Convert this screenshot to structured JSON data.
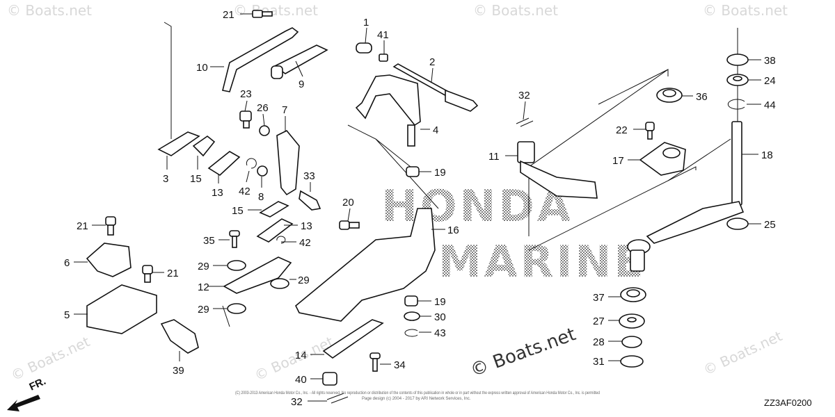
{
  "watermark": "© Boats.net",
  "main_watermark": "© Boats.net",
  "brand_logo": [
    "HONDA",
    "MARINE"
  ],
  "copyright_line_1": "(C) 2003-2013 American Honda Motor Co., Inc. - All rights reserved. No reproduction or distribution of the contents of this publication in whole or in part without the express written approval of American Honda Motor Co., Inc. is permitted",
  "copyright_line_2": "Page design (c) 2004 - 2017 by ARI Network Services, Inc.",
  "diagram_code": "ZZ3AF0200",
  "direction_label": "FR.",
  "callouts": [
    {
      "id": "c21a",
      "n": "21"
    },
    {
      "id": "c10",
      "n": "10"
    },
    {
      "id": "c9",
      "n": "9"
    },
    {
      "id": "c1",
      "n": "1"
    },
    {
      "id": "c41",
      "n": "41"
    },
    {
      "id": "c2",
      "n": "2"
    },
    {
      "id": "c23",
      "n": "23"
    },
    {
      "id": "c26",
      "n": "26"
    },
    {
      "id": "c7",
      "n": "7"
    },
    {
      "id": "c4",
      "n": "4"
    },
    {
      "id": "c3",
      "n": "3"
    },
    {
      "id": "c15a",
      "n": "15"
    },
    {
      "id": "c13a",
      "n": "13"
    },
    {
      "id": "c42a",
      "n": "42"
    },
    {
      "id": "c8",
      "n": "8"
    },
    {
      "id": "c33",
      "n": "33"
    },
    {
      "id": "c19a",
      "n": "19"
    },
    {
      "id": "c32a",
      "n": "32"
    },
    {
      "id": "c11",
      "n": "11"
    },
    {
      "id": "c36",
      "n": "36"
    },
    {
      "id": "c22",
      "n": "22"
    },
    {
      "id": "c17",
      "n": "17"
    },
    {
      "id": "c38",
      "n": "38"
    },
    {
      "id": "c24",
      "n": "24"
    },
    {
      "id": "c44",
      "n": "44"
    },
    {
      "id": "c18",
      "n": "18"
    },
    {
      "id": "c25",
      "n": "25"
    },
    {
      "id": "c21b",
      "n": "21"
    },
    {
      "id": "c6",
      "n": "6"
    },
    {
      "id": "c21c",
      "n": "21"
    },
    {
      "id": "c5",
      "n": "5"
    },
    {
      "id": "c39",
      "n": "39"
    },
    {
      "id": "c15b",
      "n": "15"
    },
    {
      "id": "c13b",
      "n": "13"
    },
    {
      "id": "c20",
      "n": "20"
    },
    {
      "id": "c16",
      "n": "16"
    },
    {
      "id": "c35",
      "n": "35"
    },
    {
      "id": "c42b",
      "n": "42"
    },
    {
      "id": "c29a",
      "n": "29"
    },
    {
      "id": "c12",
      "n": "12"
    },
    {
      "id": "c29b",
      "n": "29"
    },
    {
      "id": "c29c",
      "n": "29"
    },
    {
      "id": "c19b",
      "n": "19"
    },
    {
      "id": "c30",
      "n": "30"
    },
    {
      "id": "c43",
      "n": "43"
    },
    {
      "id": "c14",
      "n": "14"
    },
    {
      "id": "c34",
      "n": "34"
    },
    {
      "id": "c40",
      "n": "40"
    },
    {
      "id": "c32b",
      "n": "32"
    },
    {
      "id": "c37",
      "n": "37"
    },
    {
      "id": "c27",
      "n": "27"
    },
    {
      "id": "c28",
      "n": "28"
    },
    {
      "id": "c31",
      "n": "31"
    }
  ]
}
